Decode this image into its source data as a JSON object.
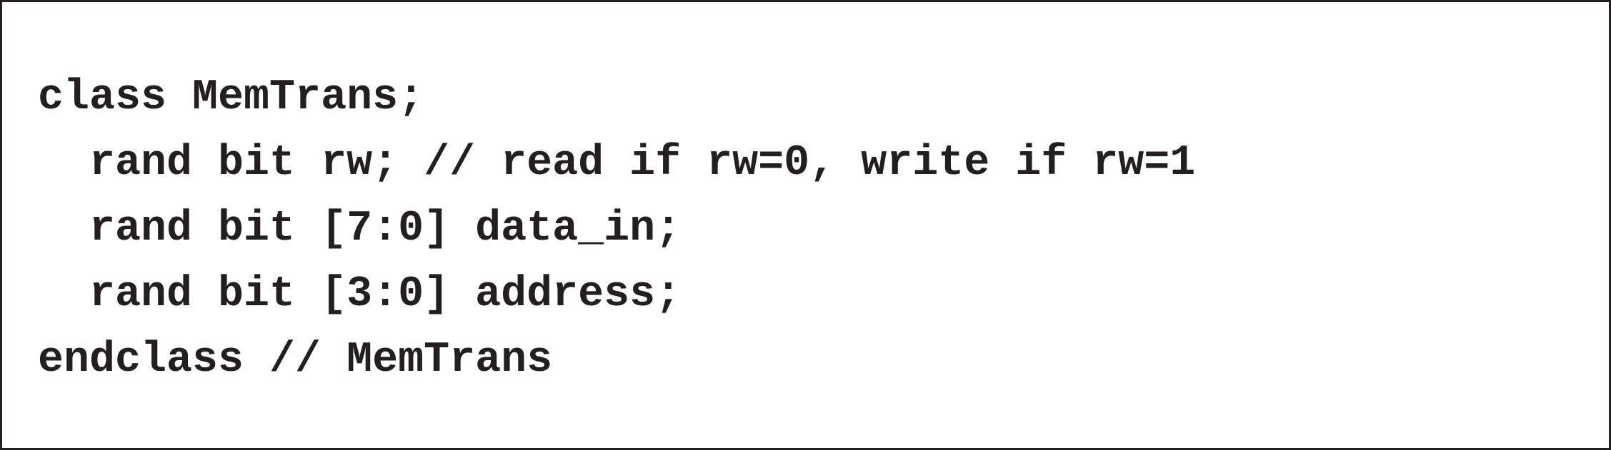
{
  "code_listing": {
    "lines": [
      "class MemTrans;",
      "  rand bit rw; // read if rw=0, write if rw=1",
      "  rand bit [7:0] data_in;",
      "  rand bit [3:0] address;",
      "endclass // MemTrans"
    ]
  },
  "colors": {
    "text": "#231f20",
    "border": "#231f20",
    "background": "#ffffff"
  }
}
